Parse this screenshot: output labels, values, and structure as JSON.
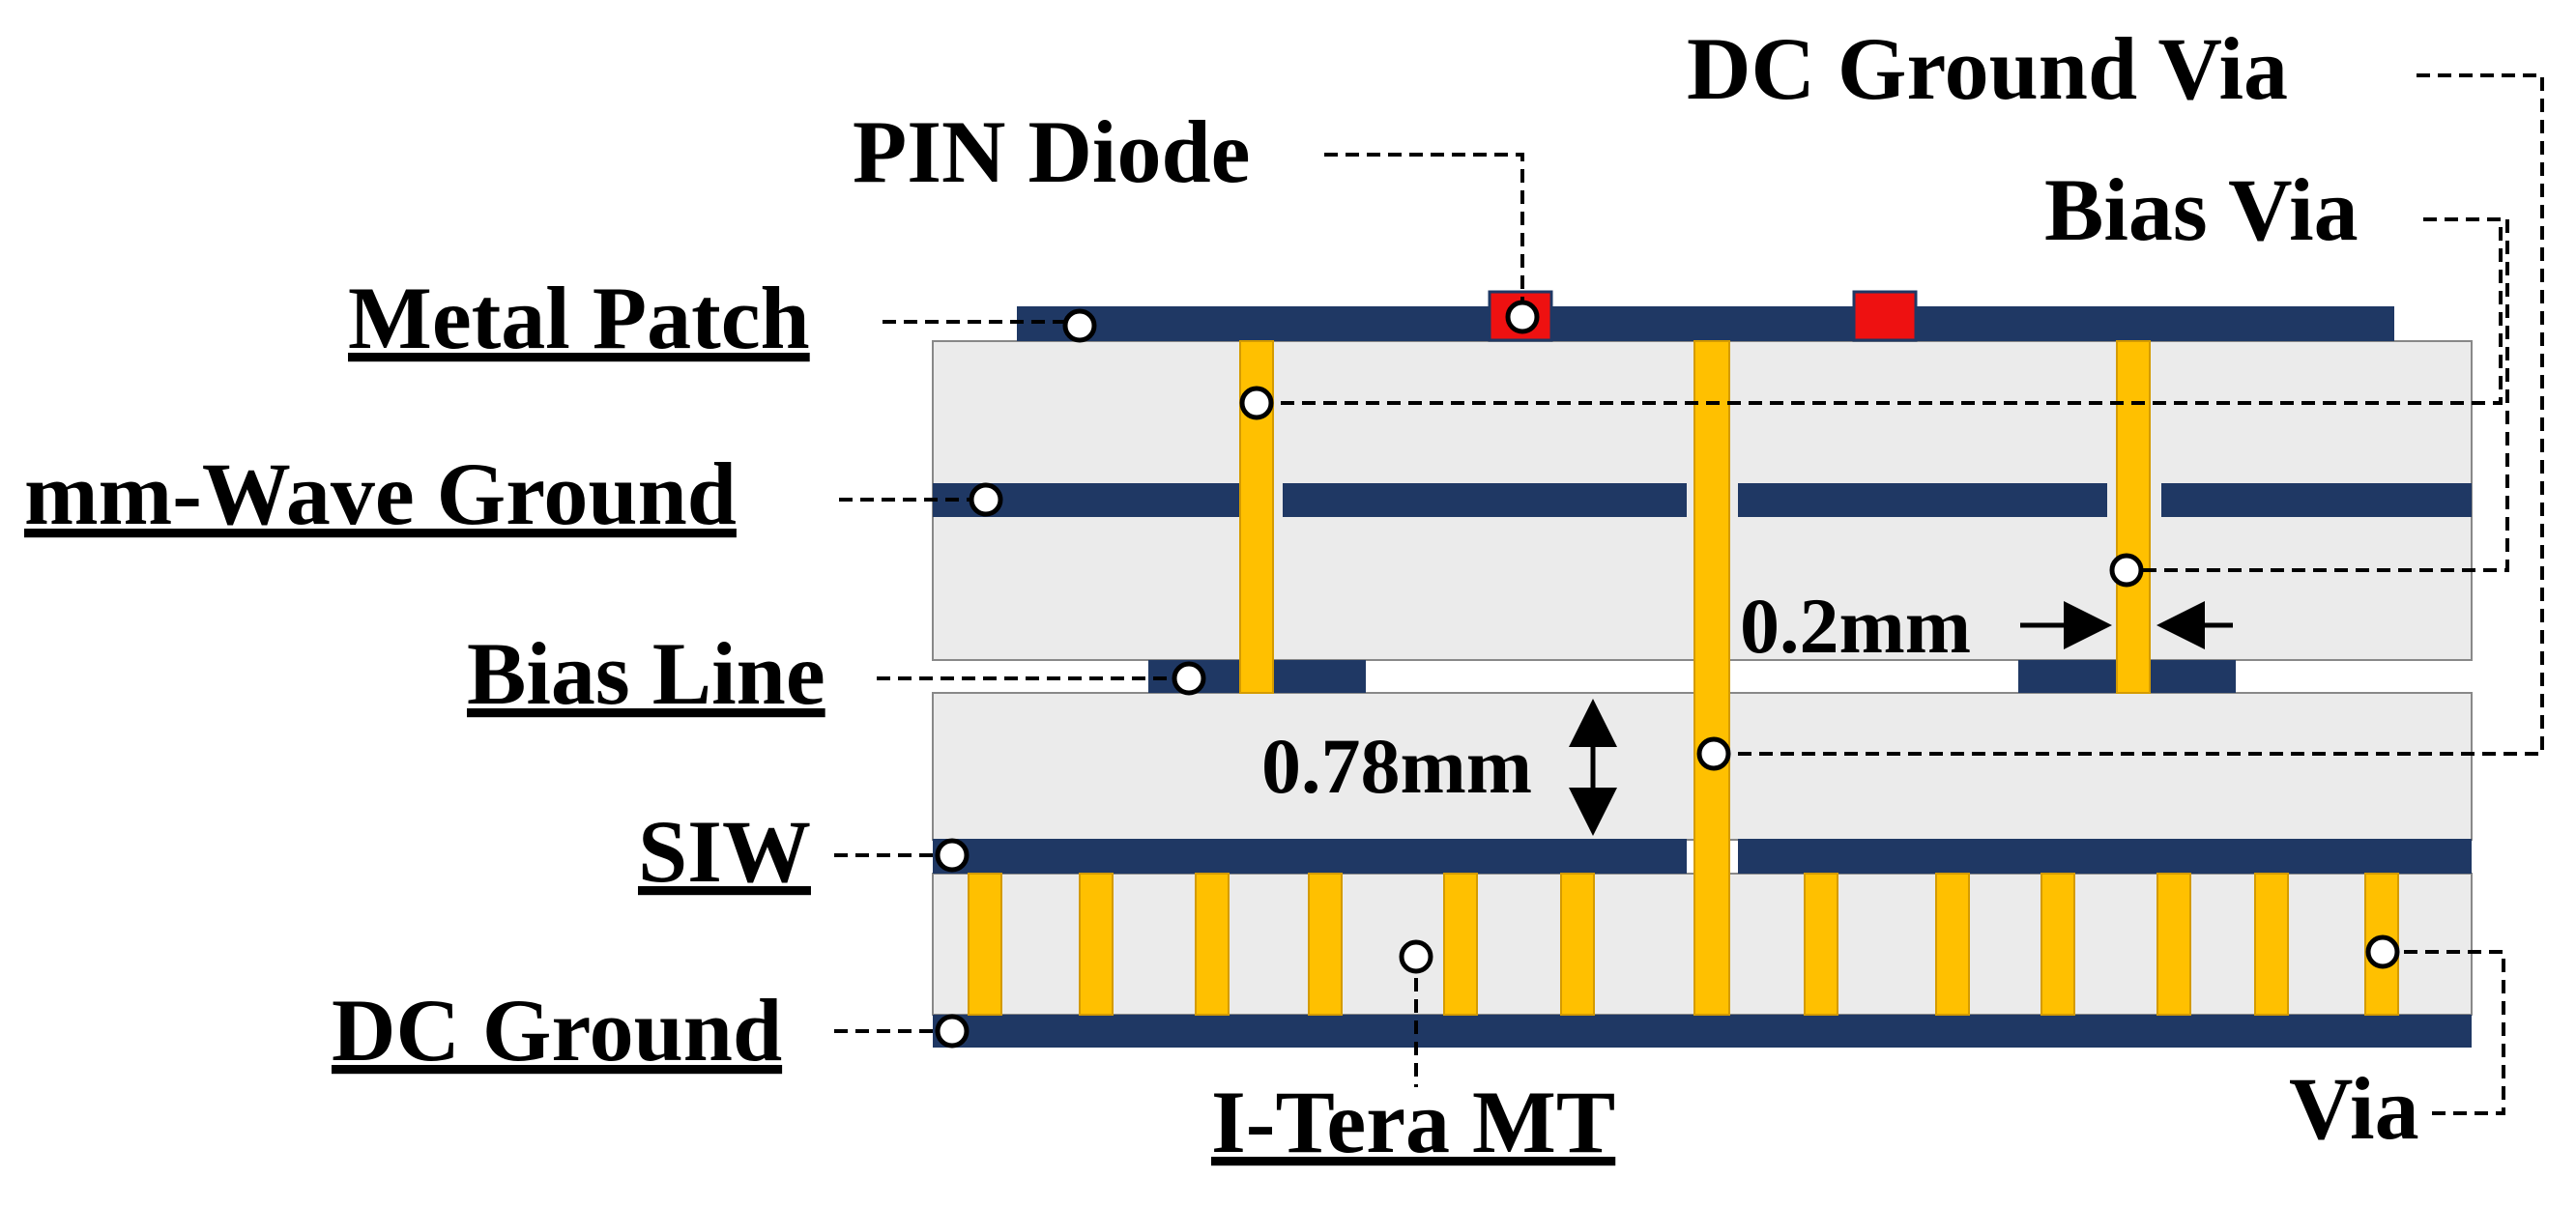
{
  "labels": {
    "dc_ground_via": "DC Ground Via",
    "pin_diode": "PIN Diode",
    "bias_via": "Bias Via",
    "metal_patch": "Metal Patch",
    "mm_wave_ground": "mm-Wave Ground",
    "bias_line": "Bias Line",
    "siw": "SIW",
    "dc_ground": "DC Ground",
    "i_tera_mt": "I-Tera MT",
    "via": "Via"
  },
  "dimensions": {
    "via_width": "0.2mm",
    "substrate_thickness": "0.78mm"
  },
  "colors": {
    "metal": "#1f3864",
    "substrate": "#ebebeb",
    "via": "#ffc000",
    "diode": "#ee1111",
    "line": "#000000",
    "marker_fill": "#ffffff"
  }
}
